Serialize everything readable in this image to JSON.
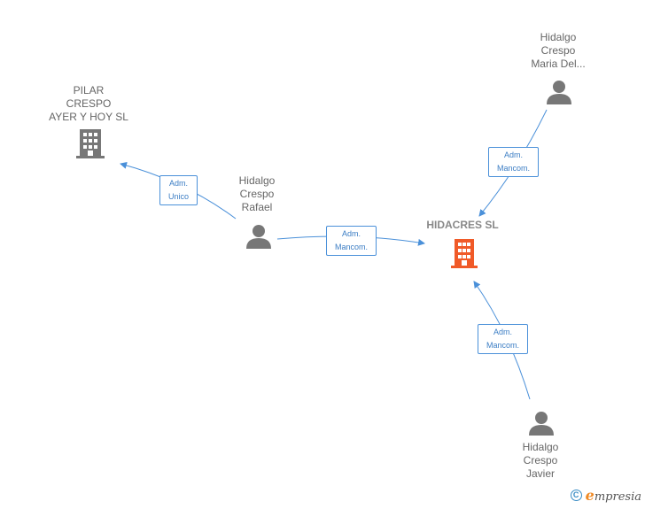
{
  "nodes": {
    "pilar": {
      "lines": [
        "PILAR",
        "CRESPO",
        "AYER Y HOY SL"
      ],
      "type": "company",
      "color": "#777777"
    },
    "rafael": {
      "lines": [
        "Hidalgo",
        "Crespo",
        "Rafael"
      ],
      "type": "person",
      "color": "#777777"
    },
    "maria": {
      "lines": [
        "Hidalgo",
        "Crespo",
        "Maria Del..."
      ],
      "type": "person",
      "color": "#777777"
    },
    "hidacres": {
      "lines": [
        "HIDACRES SL"
      ],
      "type": "company",
      "color": "#f05a28"
    },
    "javier": {
      "lines": [
        "Hidalgo",
        "Crespo",
        "Javier"
      ],
      "type": "person",
      "color": "#777777"
    }
  },
  "edges": {
    "rafael_pilar": {
      "line1": "Adm.",
      "line2": "Unico"
    },
    "rafael_hidacres": {
      "line1": "Adm.",
      "line2": "Mancom."
    },
    "maria_hidacres": {
      "line1": "Adm.",
      "line2": "Mancom."
    },
    "javier_hidacres": {
      "line1": "Adm.",
      "line2": "Mancom."
    }
  },
  "colors": {
    "edge": "#4a90d9",
    "edge_text": "#3b7dc4"
  },
  "footer": {
    "copyright_symbol": "C",
    "brand_first": "e",
    "brand_rest": "mpresia"
  }
}
